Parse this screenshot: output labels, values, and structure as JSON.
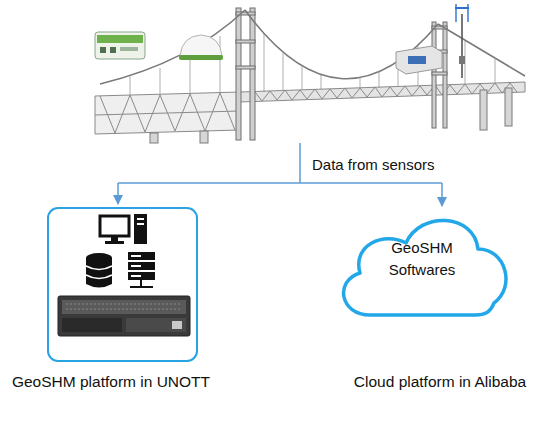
{
  "diagram": {
    "nodes": [
      {
        "text": [
          "GeoSHM platform in UNOTT"
        ]
      },
      {
        "text": [
          "GeoSHM Softwares",
          "Cloud platform in Alibaba"
        ]
      }
    ],
    "labels": [
      "Data from sensors"
    ]
  }
}
